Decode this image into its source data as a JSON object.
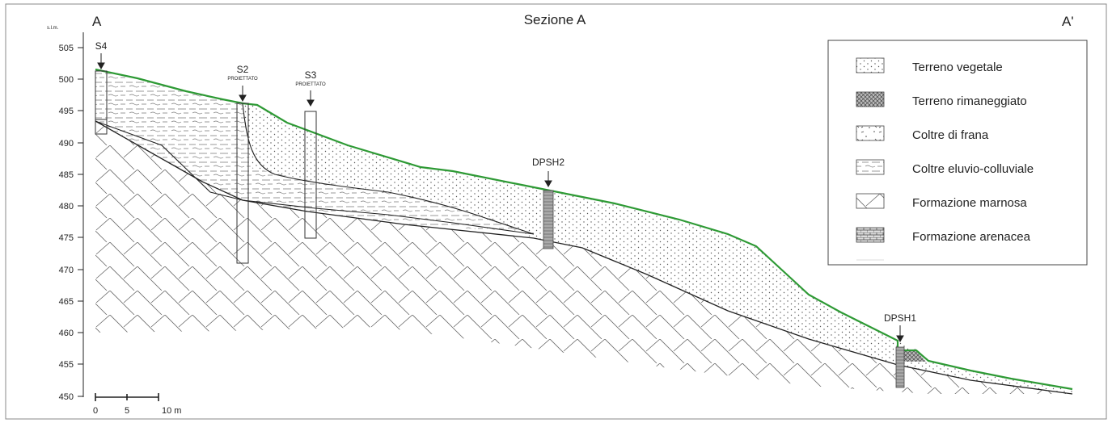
{
  "title": "Sezione A",
  "section_start": "A",
  "section_end": "A'",
  "y_axis_unit": "s.l.m.",
  "y_ticks": [
    "505",
    "500",
    "495",
    "490",
    "485",
    "480",
    "475",
    "470",
    "465",
    "460",
    "455",
    "450"
  ],
  "scale_bar": {
    "ticks": [
      "0",
      "5",
      "10 m"
    ]
  },
  "boreholes": [
    {
      "name": "S4",
      "note": ""
    },
    {
      "name": "S2",
      "note": "PROIETTATO"
    },
    {
      "name": "S3",
      "note": "PROIETTATO"
    },
    {
      "name": "DPSH2",
      "note": ""
    },
    {
      "name": "DPSH1",
      "note": ""
    }
  ],
  "legend": [
    {
      "label": "Terreno vegetale",
      "pattern": "dots"
    },
    {
      "label": "Terreno rimaneggiato",
      "pattern": "cross"
    },
    {
      "label": "Coltre di frana",
      "pattern": "frana"
    },
    {
      "label": "Coltre eluvio-colluviale",
      "pattern": "lines"
    },
    {
      "label": "Formazione marnosa",
      "pattern": "diag"
    },
    {
      "label": "Formazione arenacea",
      "pattern": "brick"
    }
  ],
  "colors": {
    "topography": "#2e9a35",
    "lines": "#222222"
  }
}
